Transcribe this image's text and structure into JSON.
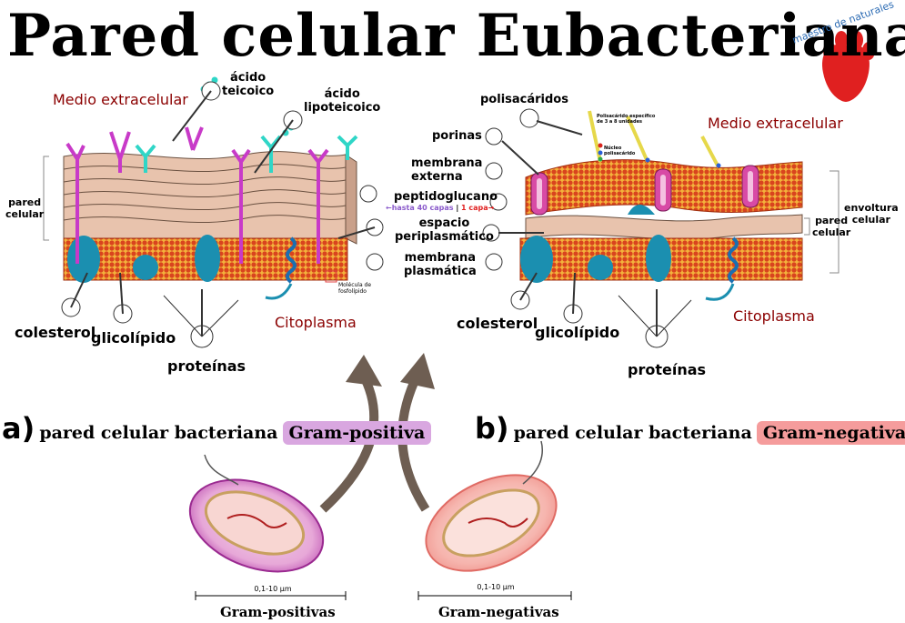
{
  "title": "Pared celular Eubacteriana",
  "logo": {
    "text": "maestro de naturales",
    "icon": "red-paw-icon"
  },
  "colors": {
    "membrane": "#d9441e",
    "wall": "#e8c3ad",
    "teichoic": "#c83ac8",
    "lipoteichoic": "#2fd6c7",
    "protein": "#1b8fb0",
    "label_red": "#8b0000",
    "gram_pos_highlight": "#d9a7e0",
    "gram_neg_highlight": "#f59c9c",
    "arrow": "#6e5e52"
  },
  "gram_positive": {
    "medio": "Medio extracelular",
    "acido_teicoico": "ácido\nteicoico",
    "acido_lipoteicoico": "ácido\nlipoteicoico",
    "pared_celular": "pared\ncelular",
    "colesterol": "colesterol",
    "glicolipido": "glicolípido",
    "proteinas": "proteínas",
    "citoplasma": "Citoplasma",
    "fosfolipido": "Molécula de\nfosfolípido"
  },
  "center_labels": {
    "porinas": "porinas",
    "membrana_externa": "membrana\nexterna",
    "peptidoglucano": "peptidoglucano",
    "hasta": "←hasta 40 capas",
    "sep": "|",
    "una_capa": "1 capa→",
    "espacio": "espacio\nperiplasmático",
    "membrana_plasmatica": "membrana\nplasmática"
  },
  "gram_negative": {
    "polisacaridos": "polisacáridos",
    "polisacarido_especifico": "Polisacárido específico\nde 3 a 8 unidades",
    "nucleo_polisacarido": "Núcleo\npolisacárido",
    "medio": "Medio extracelular",
    "envoltura_celular": "envoltura\ncelular",
    "pared_celular": "pared\ncelular",
    "colesterol": "colesterol",
    "glicolipido": "glicolípido",
    "proteinas": "proteínas",
    "citoplasma": "Citoplasma"
  },
  "section_a": {
    "letter": "a)",
    "text": "pared celular bacteriana",
    "highlight": "Gram-positiva"
  },
  "section_b": {
    "letter": "b)",
    "text": "pared celular bacteriana",
    "highlight": "Gram-negativa"
  },
  "bottom": {
    "scale_a": "0,1-10 µm",
    "scale_b": "0,1-10 µm",
    "gram_positivas": "Gram-positivas",
    "gram_negativas": "Gram-negativas"
  }
}
